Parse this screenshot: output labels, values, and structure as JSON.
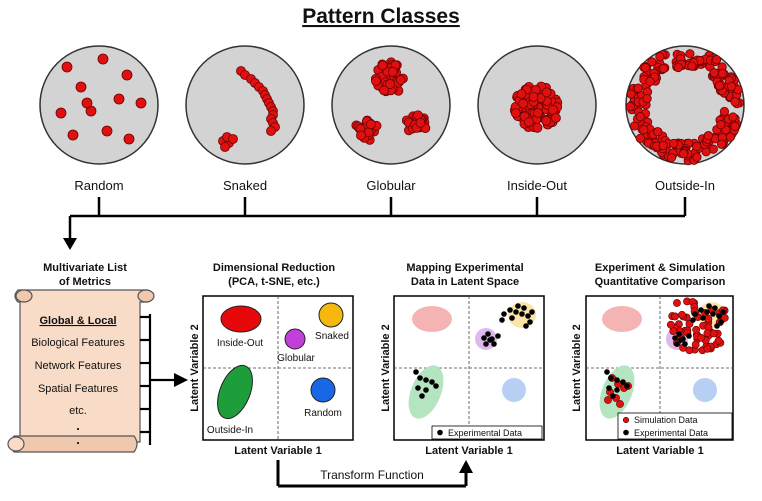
{
  "title": "Pattern Classes",
  "patterns": [
    {
      "label": "Random",
      "kind": "random"
    },
    {
      "label": "Snaked",
      "kind": "snaked"
    },
    {
      "label": "Globular",
      "kind": "globular"
    },
    {
      "label": "Inside-Out",
      "kind": "inside-out"
    },
    {
      "label": "Outside-In",
      "kind": "outside-in"
    }
  ],
  "metrics": {
    "title_line1": "Multivariate List",
    "title_line2": "of Metrics",
    "items": [
      "Global & Local",
      "Biological Features",
      "Network Features",
      "Spatial Features",
      "etc.",
      ".",
      "."
    ]
  },
  "panels": [
    {
      "title_line1": "Dimensional Reduction",
      "title_line2": "(PCA, t-SNE, etc.)",
      "xlabel": "Latent Variable 1",
      "ylabel": "Latent Variable 2"
    },
    {
      "title_line1": "Mapping Experimental",
      "title_line2": "Data in Latent Space",
      "xlabel": "Latent Variable 1",
      "ylabel": "Latent Variable 2"
    },
    {
      "title_line1": "Experiment & Simulation",
      "title_line2": "Quantitative Comparison",
      "xlabel": "Latent Variable 1",
      "ylabel": "Latent Variable 2"
    }
  ],
  "latent_labels": {
    "inside_out": "Inside-Out",
    "globular": "Globular",
    "snaked": "Snaked",
    "outside_in": "Outside-In",
    "random": "Random"
  },
  "legend": {
    "experimental": "Experimental Data",
    "simulation": "Simulation Data"
  },
  "transform_label": "Transform Function",
  "colors": {
    "cell_red": "#e01010",
    "dish_gray": "#d3d3d3",
    "inside_out": "#e8080c",
    "globular": "#c040d8",
    "snaked": "#f6b80c",
    "outside_in": "#1d9e3a",
    "random": "#1868e6",
    "scroll_fill": "#f8dcc8"
  }
}
